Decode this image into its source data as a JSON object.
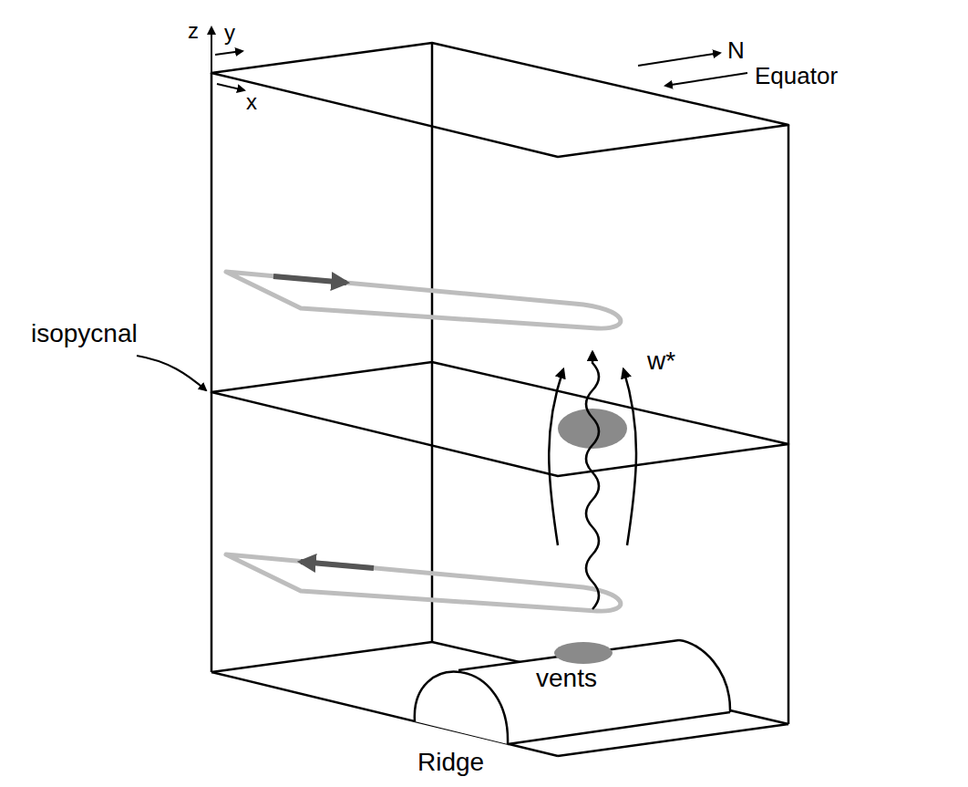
{
  "diagram": {
    "labels": [
      "z",
      "y",
      "x",
      "N",
      "Equator",
      "isopycnal",
      "w*",
      "vents",
      "Ridge"
    ]
  }
}
